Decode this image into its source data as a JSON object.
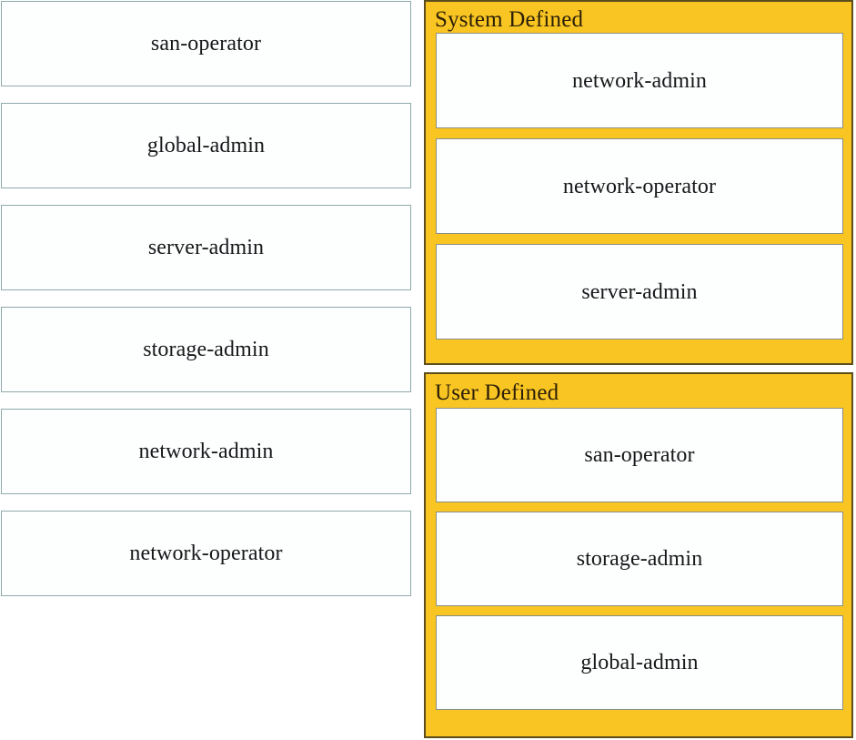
{
  "diagram": {
    "title_hidden": "",
    "colors": {
      "panel_background": "#f9c522",
      "panel_border": "#5b4d1c",
      "box_background": "#fdfefe",
      "left_box_border": "#8fa9ab",
      "panel_box_border": "#8a8f82",
      "text": "#16181a",
      "panel_title_text": "#2b1f08"
    }
  },
  "left_column": {
    "items": [
      {
        "label": "san-operator"
      },
      {
        "label": "global-admin"
      },
      {
        "label": "server-admin"
      },
      {
        "label": "storage-admin"
      },
      {
        "label": "network-admin"
      },
      {
        "label": "network-operator"
      }
    ]
  },
  "panels": [
    {
      "id": "system-defined",
      "title": "System Defined",
      "items": [
        {
          "label": "network-admin"
        },
        {
          "label": "network-operator"
        },
        {
          "label": "server-admin"
        }
      ]
    },
    {
      "id": "user-defined",
      "title": "User Defined",
      "items": [
        {
          "label": "san-operator"
        },
        {
          "label": "storage-admin"
        },
        {
          "label": "global-admin"
        }
      ]
    }
  ]
}
